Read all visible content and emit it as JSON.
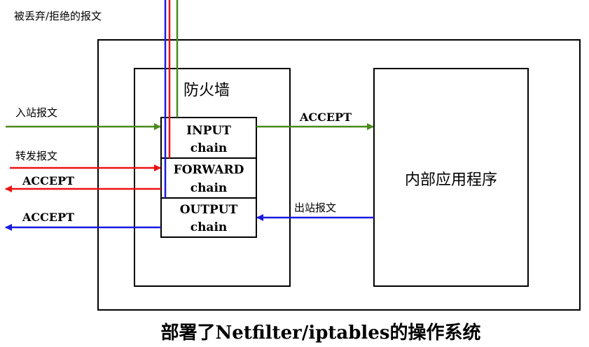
{
  "labels": {
    "dropped": "被丢弃/拒绝的报文",
    "firewall": "防火墙",
    "incoming": "入站报文",
    "forwarded": "转发报文",
    "accept_right": "ACCEPT",
    "accept_forward": "ACCEPT",
    "accept_output": "ACCEPT",
    "outgoing": "出站报文",
    "internal_app": "内部应用程序",
    "caption": "部署了Netfilter/iptables的操作系统"
  },
  "chains": [
    {
      "name": "INPUT",
      "suffix": "chain"
    },
    {
      "name": "FORWARD",
      "suffix": "chain"
    },
    {
      "name": "OUTPUT",
      "suffix": "chain"
    }
  ],
  "colors": {
    "input_flow": "#4a8a1c",
    "forward_flow": "#ee1111",
    "output_flow": "#1a1ae0",
    "border": "#000000"
  }
}
